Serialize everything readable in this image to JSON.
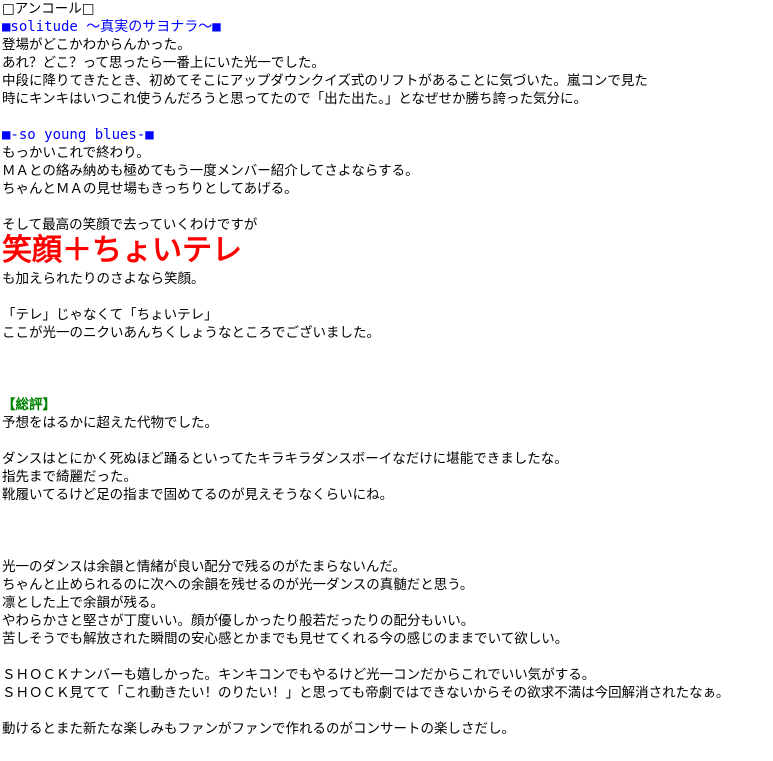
{
  "encore_title": "□アンコール□",
  "section1": {
    "heading": "■solitude ～真実のサヨナラ～■",
    "lines": [
      "登場がどこかわからんかった。",
      "あれ？どこ？って思ったら一番上にいた光一でした。",
      "中段に降りてきたとき、初めてそこにアップダウンクイズ式のリフトがあることに気づいた。嵐コンで見た",
      "時にキンキはいつこれ使うんだろうと思ってたので「出た出た。」となぜせか勝ち誇った気分に。"
    ]
  },
  "section2": {
    "heading": "■-so young blues-■",
    "lines": [
      "もっかいこれで終わり。",
      "ＭＡとの絡み納めも極めてもう一度メンバー紹介してさよならする。",
      "ちゃんとＭＡの見せ場もきっちりとしてあげる。"
    ],
    "lead": "そして最高の笑顔で去っていくわけですが",
    "emphasis": "笑顔＋ちょいテレ",
    "after": "も加えられたりのさよなら笑顔。",
    "lines2": [
      "「テレ」じゃなくて「ちょいテレ」",
      "ここが光一のニクいあんちくしょうなところでございました。"
    ]
  },
  "summary": {
    "heading": "【総評】",
    "intro": "予想をはるかに超えた代物でした。",
    "para1": [
      "ダンスはとにかく死ぬほど踊るといってたキラキラダンスボーイなだけに堪能できましたな。",
      "指先まで綺麗だった。",
      "靴履いてるけど足の指まで固めてるのが見えそうなくらいにね。"
    ],
    "para2": [
      "光一のダンスは余韻と情緒が良い配分で残るのがたまらないんだ。",
      "ちゃんと止められるのに次への余韻を残せるのが光一ダンスの真髄だと思う。",
      "凛とした上で余韻が残る。",
      "やわらかさと堅さが丁度いい。顔が優しかったり般若だったりの配分もいい。",
      "苦しそうでも解放された瞬間の安心感とかまでも見せてくれる今の感じのままでいて欲しい。"
    ],
    "para3": [
      "ＳＨＯＣＫナンバーも嬉しかった。キンキコンでもやるけど光一コンだからこれでいい気がする。",
      "ＳＨＯＣＫ見てて「これ動きたい！のりたい！」と思っても帝劇ではできないからその欲求不満は今回解消されたなぁ。",
      "動けるとまた新たな楽しみもファンがファンで作れるのがコンサートの楽しさだし。"
    ]
  },
  "colors": {
    "heading_blue": "#0000ff",
    "heading_green": "#008000",
    "emphasis_red": "#ff0000"
  }
}
